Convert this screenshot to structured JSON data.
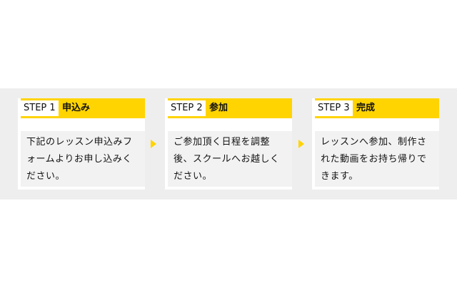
{
  "colors": {
    "accent": "#ffd400",
    "band_background": "#eeeeee",
    "card_body": "#f2f2f2"
  },
  "steps": [
    {
      "tag": "STEP 1",
      "title": "申込み",
      "description": "下記のレッスン申込みフォームよりお申し込みください。"
    },
    {
      "tag": "STEP 2",
      "title": "参加",
      "description": "ご参加頂く日程を調整後、スクールへお越しください。"
    },
    {
      "tag": "STEP 3",
      "title": "完成",
      "description": "レッスンへ参加、制作された動画をお持ち帰りできます。"
    }
  ],
  "arrows": [
    {
      "icon": "arrow-right-icon"
    },
    {
      "icon": "arrow-right-icon"
    }
  ]
}
